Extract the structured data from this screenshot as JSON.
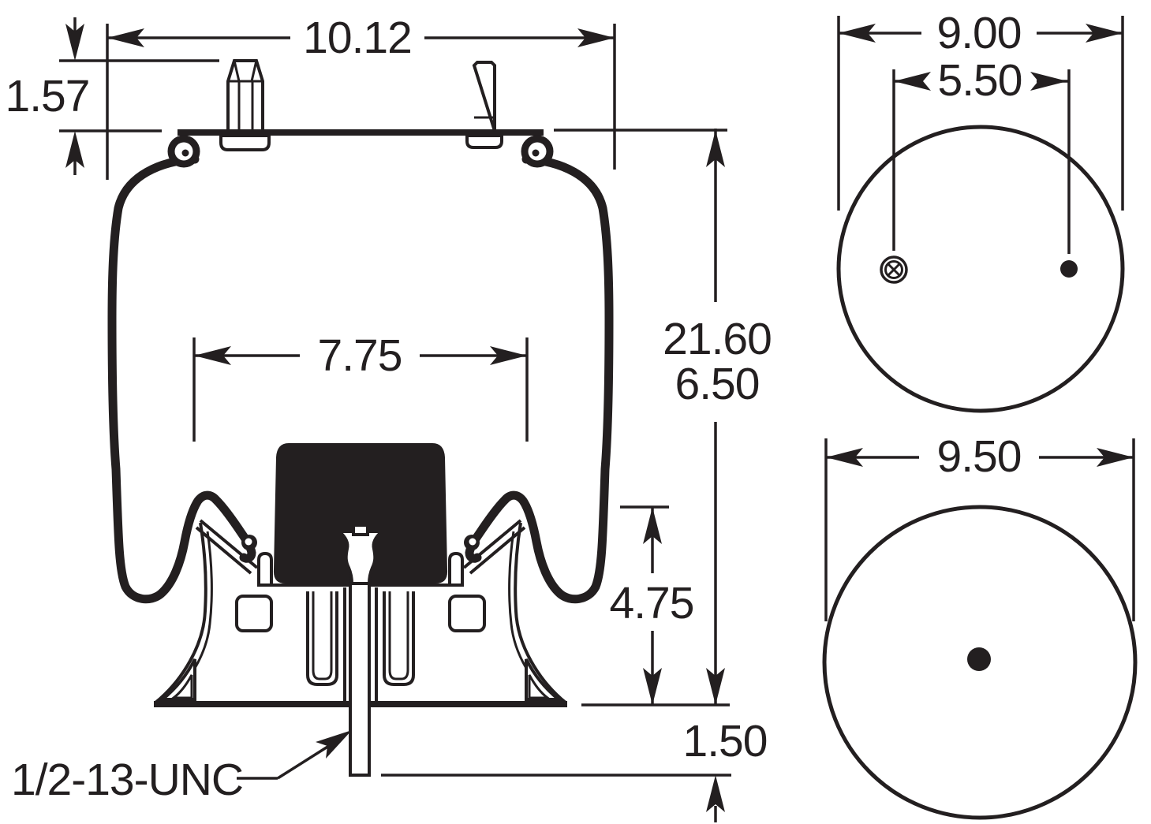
{
  "page": {
    "background": "#ffffff"
  },
  "colors": {
    "ink": "#231f20",
    "paper": "#ffffff"
  },
  "views": {
    "side": {
      "dims": {
        "overall_width": "10.12",
        "stud_height": "1.57",
        "piston_width": "7.75",
        "height_extended": "21.60",
        "height_compressed": "6.50",
        "piston_height": "4.75",
        "stud_protrusion": "1.50"
      },
      "thread_callout": "1/2-13-UNC"
    },
    "top": {
      "dims": {
        "plate_diameter": "9.00",
        "stud_spacing": "5.50"
      }
    },
    "bottom": {
      "dims": {
        "piston_diameter": "9.50"
      }
    }
  }
}
